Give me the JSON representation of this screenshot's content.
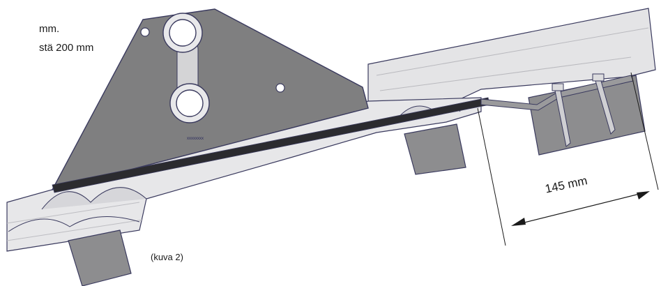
{
  "texts": {
    "line1": "mm.",
    "line2": "stä 200 mm",
    "caption": "(kuva 2)",
    "dimension": "145 mm"
  },
  "colors": {
    "metal_plate": "#7f7f80",
    "metal_outline": "#3a3a5e",
    "tile_light": "#e4e4e6",
    "tile_mid": "#c9c9cc",
    "batten_block": "#8d8d8f",
    "seal_strip": "#2b2b2f",
    "dimension_line": "#1a1a1a"
  },
  "icons": [
    "screw-icon",
    "arrow-left-icon",
    "arrow-right-icon",
    "bolt-hole-icon"
  ]
}
